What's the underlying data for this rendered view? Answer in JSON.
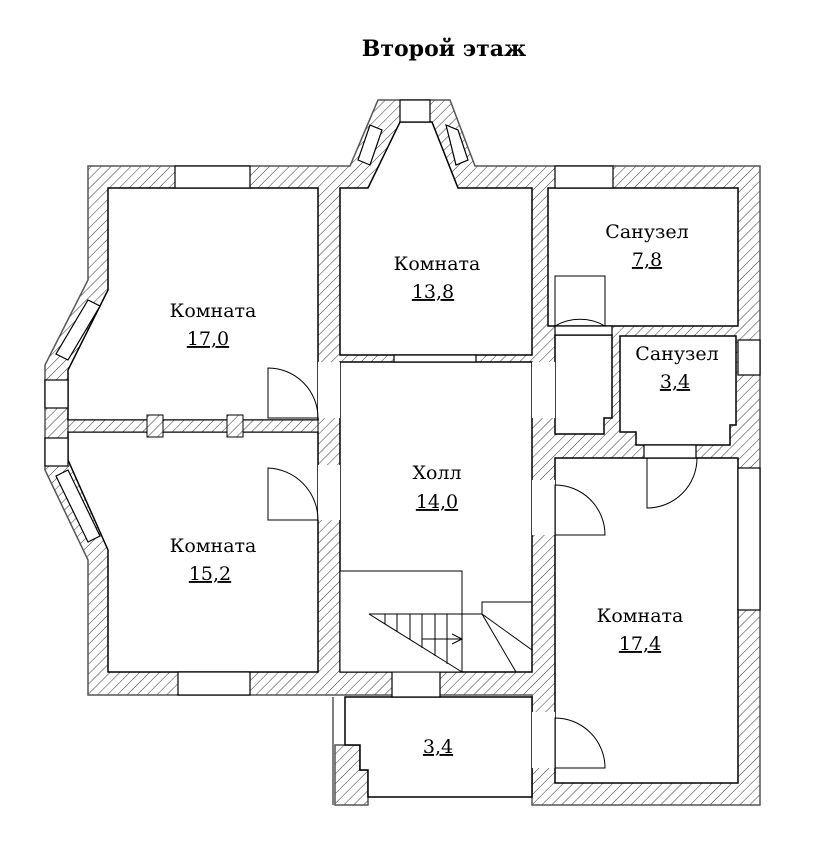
{
  "title": "Второй этаж",
  "rooms": [
    {
      "name": "Комната",
      "area": "17,0"
    },
    {
      "name": "Комната",
      "area": "13,8"
    },
    {
      "name": "Санузел",
      "area": "7,8"
    },
    {
      "name": "Санузел",
      "area": "3,4"
    },
    {
      "name": "Комната",
      "area": "15,2"
    },
    {
      "name": "Холл",
      "area": "14,0"
    },
    {
      "name": "Комната",
      "area": "17,4"
    },
    {
      "name": "",
      "area": "3,4"
    }
  ]
}
